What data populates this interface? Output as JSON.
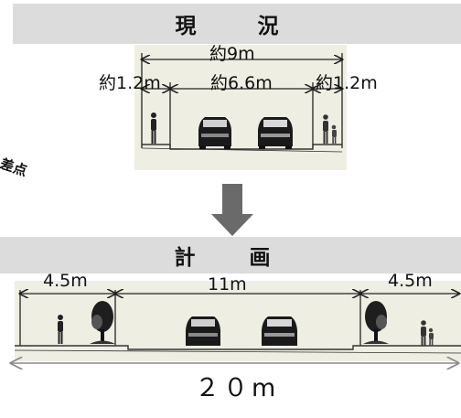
{
  "top_section": {
    "header": "現　況",
    "total_width": "約9m",
    "left_sidewalk": "約1.2m",
    "roadway": "約6.6m",
    "right_sidewalk": "約1.2m"
  },
  "side_label_fragment": "差点",
  "bottom_section": {
    "header": "計　画",
    "left_zone": "4.5m",
    "roadway": "11m",
    "right_zone": "4.5m",
    "total_width": "２０m"
  },
  "colors": {
    "header_band": "#dcdcdc",
    "sketch_background": "#eeeee3",
    "arrow": "#6a6a6a"
  }
}
